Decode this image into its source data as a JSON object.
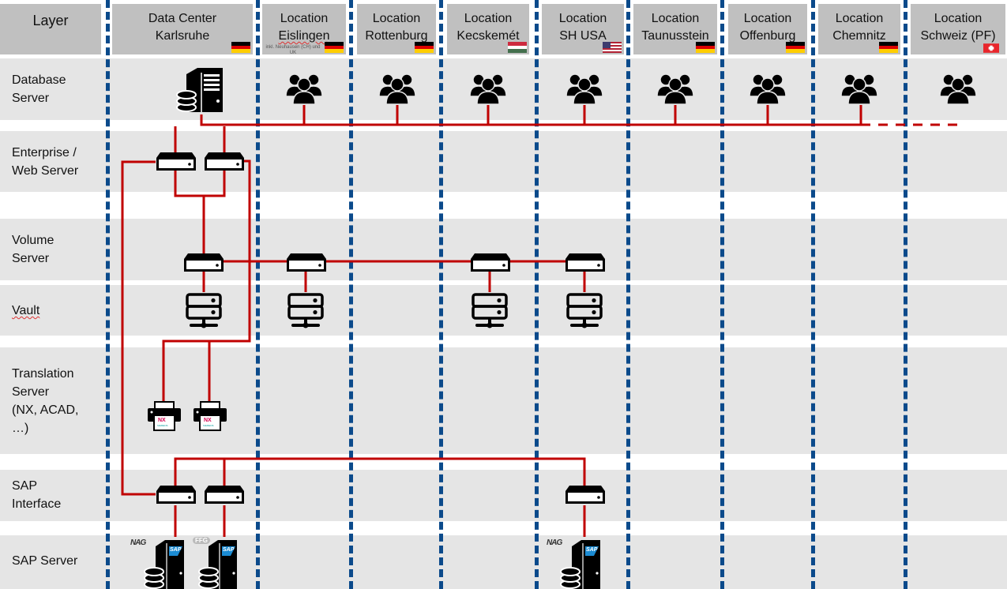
{
  "header": {
    "layer_label": "Layer",
    "columns": [
      {
        "id": "karlsruhe",
        "line1": "Data Center",
        "line2": "Karlsruhe",
        "flag": "germany-flag"
      },
      {
        "id": "eislingen",
        "line1": "Location",
        "line2": "Eislingen",
        "note": "inkl. Neuhausen (CH) und UK",
        "flag": "germany-flag"
      },
      {
        "id": "rottenburg",
        "line1": "Location",
        "line2": "Rottenburg",
        "flag": "germany-flag"
      },
      {
        "id": "kecskemet",
        "line1": "Location",
        "line2": "Kecskemét",
        "flag": "hungary-flag"
      },
      {
        "id": "shusa",
        "line1": "Location",
        "line2": "SH USA",
        "flag": "usa-flag"
      },
      {
        "id": "taunusstein",
        "line1": "Location",
        "line2": "Taunusstein",
        "flag": "germany-flag"
      },
      {
        "id": "offenburg",
        "line1": "Location",
        "line2": "Offenburg",
        "flag": "germany-flag"
      },
      {
        "id": "chemnitz",
        "line1": "Location",
        "line2": "Chemnitz",
        "flag": "germany-flag"
      },
      {
        "id": "schweiz",
        "line1": "Location",
        "line2": "Schweiz (PF)",
        "flag": "switzerland-flag"
      }
    ]
  },
  "layers": [
    {
      "id": "database",
      "line1": "Database",
      "line2": "Server"
    },
    {
      "id": "enterprise",
      "line1": "Enterprise /",
      "line2": "Web Server"
    },
    {
      "id": "volume",
      "line1": "Volume",
      "line2": "Server"
    },
    {
      "id": "vault",
      "line1": "Vault",
      "line2": ""
    },
    {
      "id": "translation",
      "line1": "Translation",
      "line2": "Server",
      "line3": "(NX, ACAD,",
      "line4": "…)"
    },
    {
      "id": "sap_interface",
      "line1": "SAP",
      "line2": "Interface"
    },
    {
      "id": "sap_server",
      "line1": "SAP Server",
      "line2": ""
    }
  ],
  "icons": {
    "nx_label": "NX",
    "nx_sub": "SIEMENS",
    "sap_label": "SAP",
    "brand_nag": "NAG",
    "brand_ffg": "FFG"
  },
  "colors": {
    "connection": "#c00000",
    "column_divider": "#0b4a8b",
    "header_bg": "#c0c0c0",
    "band_bg": "#e5e5e5"
  }
}
